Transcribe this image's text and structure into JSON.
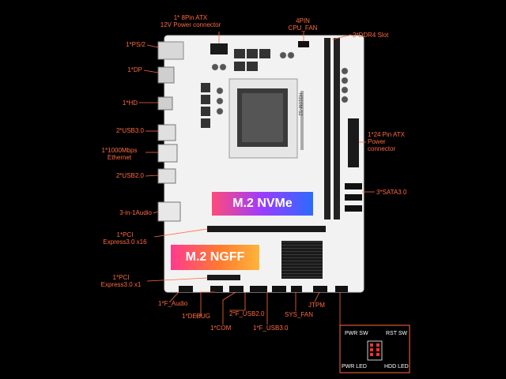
{
  "labels": {
    "power_8pin": [
      "1* 8Pin ATX",
      "12V Power connector"
    ],
    "cpu_fan": [
      "4PIN",
      "CPU_FAN"
    ],
    "ddr4": "2*DDR4 Slot",
    "ps2": "1*PS/2",
    "dp": "1*DP",
    "hd": "1*HD",
    "usb30": "2*USB3.0",
    "ethernet": [
      "1*1000Mbps",
      "Ethernet"
    ],
    "usb20": "2*USB2.0",
    "atx24": [
      "1*24 Pin ATX",
      "Power",
      "connector"
    ],
    "sata": "3*SATA3.0",
    "audio": "3-in-1Audio",
    "pci_x16": [
      "1*PCI",
      "Express3.0 x16"
    ],
    "pci_x1": [
      "1*PCI",
      "Express3.0 x1"
    ],
    "f_audio": "1*F_Audio",
    "debug": "1*DEBUG",
    "com": "1*COM",
    "f_usb20": "2*F_USB2.0",
    "f_usb30": "1*F_USB3.0",
    "sys_fan": "SYS_FAN",
    "jtpm": "JTPM"
  },
  "badges": {
    "nvme": "M.2 NVMe",
    "ngff": "M.2 NGFF"
  },
  "board_text": {
    "model": "H310M-S2"
  },
  "panel_header": {
    "pwr_sw": "PWR SW",
    "rst_sw": "RST SW",
    "pwr_led": "PWR LED",
    "hdd_led": "HDD LED"
  },
  "colors": {
    "background": "#000000",
    "label_orange": "#ff6a3d",
    "board_white": "#f2f2f2",
    "nvme_gradient": [
      "#ff4a7a",
      "#9b3cff",
      "#2a6bff"
    ],
    "ngff_gradient": [
      "#ff3a8f",
      "#ff7a30",
      "#ffb43a"
    ]
  }
}
